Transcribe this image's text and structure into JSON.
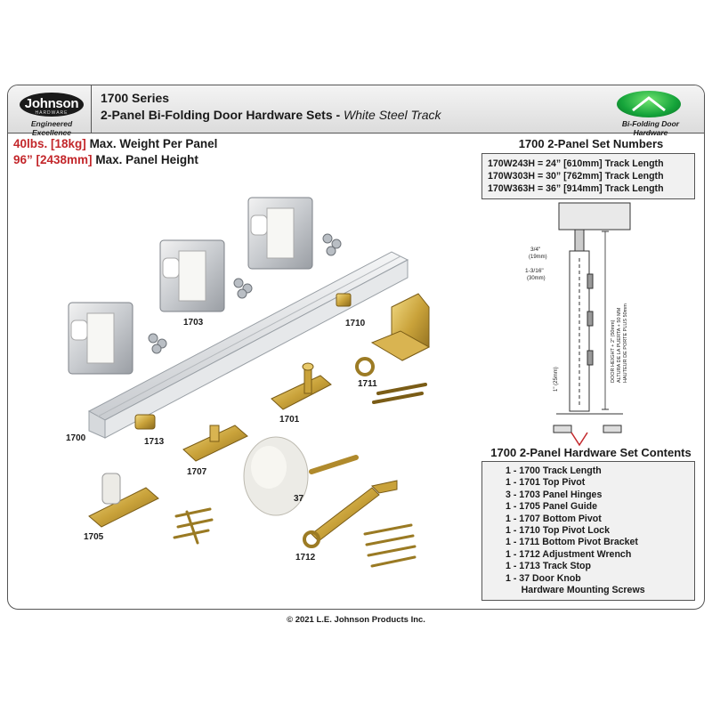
{
  "header": {
    "logo_word": "Johnson",
    "logo_sub": "HARDWARE",
    "logo_tagline": "Engineered Excellence",
    "series_title": "1700 Series",
    "series_subtitle": "2-Panel Bi-Folding Door Hardware Sets - ",
    "series_subtitle_italic": "White Steel Track",
    "right_logo_label": "Bi-Folding Door Hardware"
  },
  "specs": {
    "weight_value": "40lbs. [18kg]",
    "weight_label": "Max. Weight Per Panel",
    "height_value": "96” [2438mm]",
    "height_label": "Max. Panel Height"
  },
  "set_numbers": {
    "title": "1700 2-Panel Set Numbers",
    "rows": [
      "170W243H = 24” [610mm] Track Length",
      "170W303H = 30” [762mm] Track Length",
      "170W363H = 36” [914mm] Track Length"
    ]
  },
  "diagram": {
    "dim_a": "3/4\"",
    "dim_a_mm": "(19mm)",
    "dim_b": "1-3/16\"",
    "dim_b_mm": "(30mm)",
    "dim_c": "1\" (25mm)",
    "door_height_1": "DOOR HEIGHT + 2\" (50mm)",
    "door_height_2": "ALTURA DE LA PUERTA + 50 MM",
    "door_height_3": "HAUTEUR DE PORTE PLUS 50mm"
  },
  "parts": {
    "p1700": "1700",
    "p1701": "1701",
    "p1703": "1703",
    "p1705": "1705",
    "p1707": "1707",
    "p1710": "1710",
    "p1711": "1711",
    "p1712": "1712",
    "p1713": "1713",
    "p37": "37"
  },
  "contents": {
    "title": "1700 2-Panel Hardware Set Contents",
    "items": [
      "1 - 1700 Track Length",
      "1 - 1701 Top Pivot",
      "3 - 1703 Panel Hinges",
      "1 - 1705 Panel Guide",
      "1 - 1707 Bottom Pivot",
      "1 - 1710 Top Pivot Lock",
      "1 - 1711 Bottom Pivot Bracket",
      "1 - 1712 Adjustment Wrench",
      "1 - 1713 Track Stop",
      "1 - 37 Door Knob",
      "      Hardware Mounting Screws"
    ]
  },
  "footer": "© 2021 L.E. Johnson Products Inc.",
  "colors": {
    "accent_red": "#c3272b",
    "brass": "#c9a23a",
    "green": "#15a43a",
    "white_part": "#ecebe6"
  }
}
